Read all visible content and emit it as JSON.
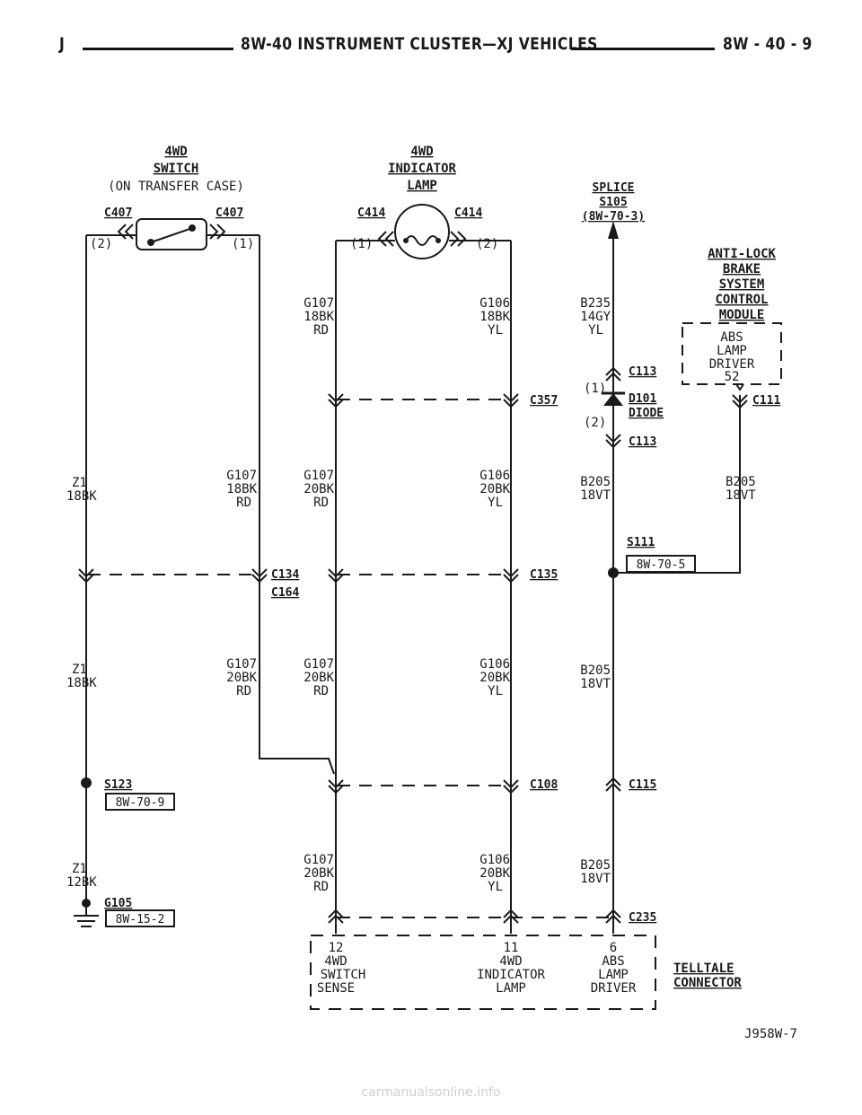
{
  "header": {
    "left": "J",
    "title": "8W-40 INSTRUMENT CLUSTER—XJ VEHICLES",
    "page": "8W - 40 - 9"
  },
  "components": {
    "switch": {
      "title_line1": "4WD",
      "title_line2": "SWITCH",
      "location": "(ON TRANSFER CASE)",
      "pin_left": "(2)",
      "pin_right": "(1)"
    },
    "lamp": {
      "title_line1": "4WD",
      "title_line2": "INDICATOR",
      "title_line3": "LAMP",
      "pin_left": "(1)",
      "pin_right": "(2)"
    },
    "splice": {
      "title": "SPLICE",
      "id": "S105",
      "ref": "(8W-70-3)"
    },
    "abs_module": {
      "title_line1": "ANTI-LOCK",
      "title_line2": "BRAKE",
      "title_line3": "SYSTEM",
      "title_line4": "CONTROL",
      "title_line5": "MODULE",
      "driver_line1": "ABS",
      "driver_line2": "LAMP",
      "driver_line3": "DRIVER",
      "pin": "52"
    },
    "diode": {
      "id": "D101",
      "label": "DIODE",
      "pin_1": "(1)",
      "pin_2": "(2)"
    }
  },
  "connectors": {
    "c407_left": "C407",
    "c407_right": "C407",
    "c414_left": "C414",
    "c414_right": "C414",
    "c357": "C357",
    "c113_top": "C113",
    "c113_bottom": "C113",
    "c111": "C111",
    "c134": "C134",
    "c164": "C164",
    "c135": "C135",
    "c108": "C108",
    "c115": "C115",
    "c235": "C235"
  },
  "splices": {
    "s111": {
      "id": "S111",
      "ref": "8W-70-5"
    },
    "s123": {
      "id": "S123",
      "ref": "8W-70-9"
    }
  },
  "grounds": {
    "g105": {
      "id": "G105",
      "ref": "8W-15-2"
    }
  },
  "wires": {
    "g107_top": {
      "circuit": "G107",
      "gauge": "18BK",
      "tracer": "RD"
    },
    "g106_top": {
      "circuit": "G106",
      "gauge": "18BK",
      "tracer": "YL"
    },
    "b235": {
      "circuit": "B235",
      "gauge": "14GY",
      "tracer": "YL"
    },
    "z1_upper": {
      "circuit": "Z1",
      "gauge": "18BK"
    },
    "g107_sw_upper": {
      "circuit": "G107",
      "gauge": "18BK",
      "tracer": "RD"
    },
    "g107_mid": {
      "circuit": "G107",
      "gauge": "20BK",
      "tracer": "RD"
    },
    "g106_mid": {
      "circuit": "G106",
      "gauge": "20BK",
      "tracer": "YL"
    },
    "b205_upper": {
      "circuit": "B205",
      "gauge": "18VT"
    },
    "b205_abs": {
      "circuit": "B205",
      "gauge": "18VT"
    },
    "z1_lower": {
      "circuit": "Z1",
      "gauge": "18BK"
    },
    "g107_sw_lower": {
      "circuit": "G107",
      "gauge": "20BK",
      "tracer": "RD"
    },
    "g107_low": {
      "circuit": "G107",
      "gauge": "20BK",
      "tracer": "RD"
    },
    "g106_low": {
      "circuit": "G106",
      "gauge": "20BK",
      "tracer": "YL"
    },
    "b205_mid": {
      "circuit": "B205",
      "gauge": "18VT"
    },
    "z1_ground": {
      "circuit": "Z1",
      "gauge": "12BK"
    },
    "g107_bottom": {
      "circuit": "G107",
      "gauge": "20BK",
      "tracer": "RD"
    },
    "g106_bottom": {
      "circuit": "G106",
      "gauge": "20BK",
      "tracer": "YL"
    },
    "b205_lower": {
      "circuit": "B205",
      "gauge": "18VT"
    }
  },
  "telltale": {
    "title_line1": "TELLTALE",
    "title_line2": "CONNECTOR",
    "pins": [
      {
        "number": "12",
        "line1": "4WD",
        "line2": "SWITCH",
        "line3": "SENSE"
      },
      {
        "number": "11",
        "line1": "4WD",
        "line2": "INDICATOR",
        "line3": "LAMP"
      },
      {
        "number": "6",
        "line1": "ABS",
        "line2": "LAMP",
        "line3": "DRIVER"
      }
    ]
  },
  "figure_id": "J958W-7",
  "watermark": "carmanualsonline.info"
}
